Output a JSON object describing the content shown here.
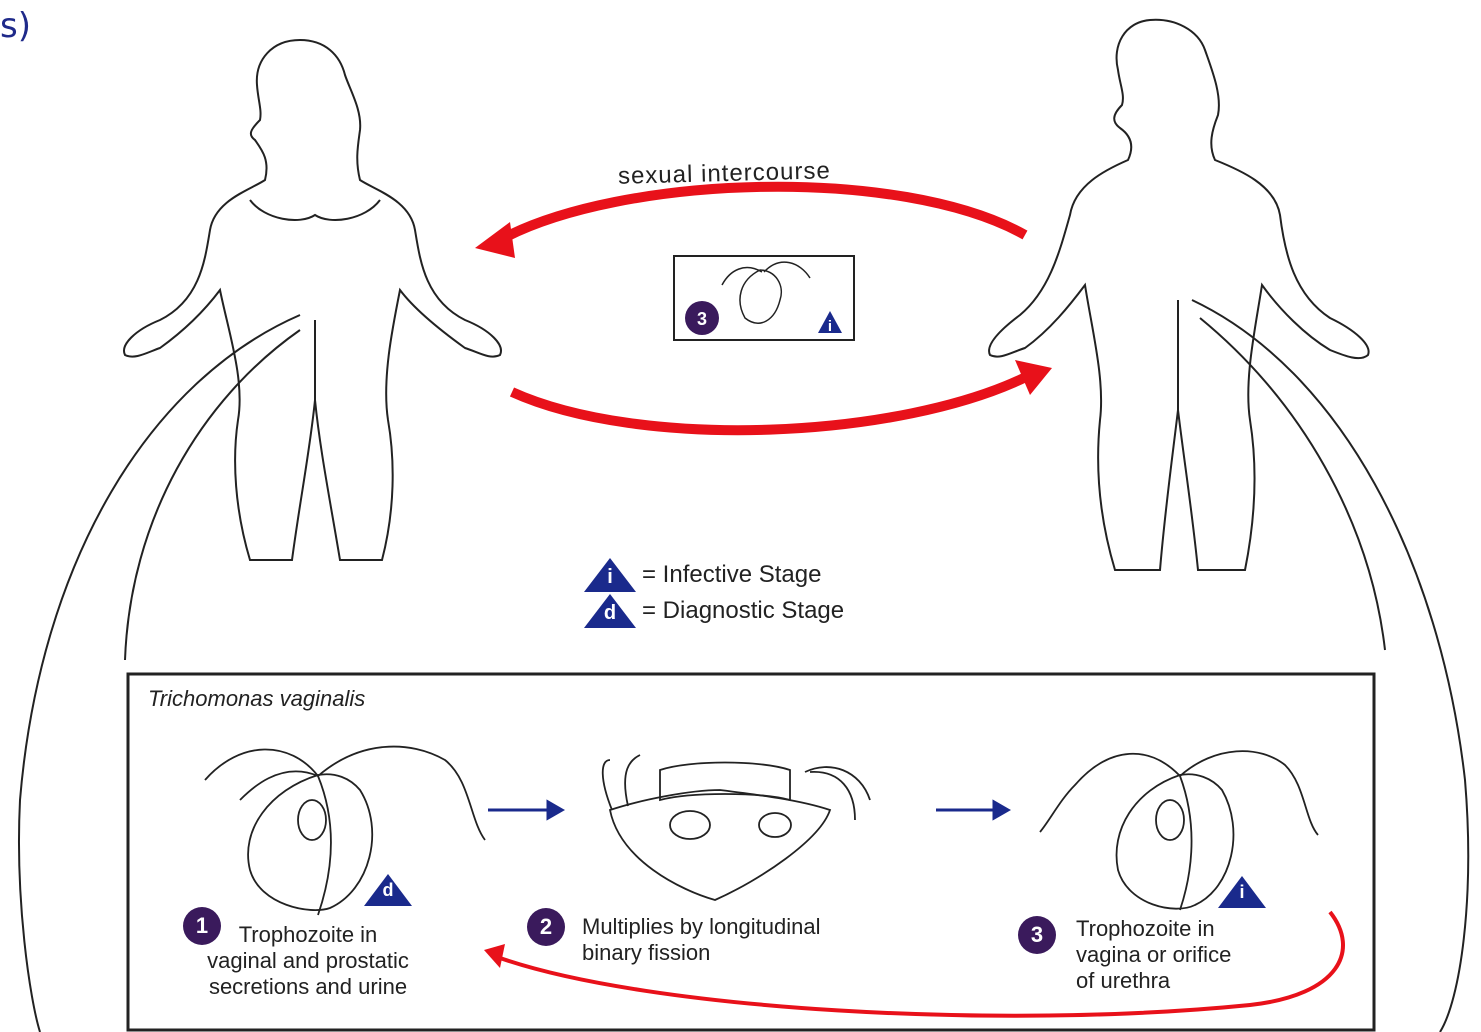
{
  "corner_text": "s)",
  "top_label": "sexual intercourse",
  "center_badge_number": "3",
  "center_badge_letter": "i",
  "legend": [
    {
      "letter": "i",
      "text": "= Infective Stage"
    },
    {
      "letter": "d",
      "text": "= Diagnostic Stage"
    }
  ],
  "box_title": "Trichomonas vaginalis",
  "stages": [
    {
      "number": "1",
      "text": "Trophozoite in\nvaginal and prostatic\nsecretions and urine",
      "badge": "d"
    },
    {
      "number": "2",
      "text": "Multiplies by longitudinal\nbinary fission"
    },
    {
      "number": "3",
      "text": "Trophozoite in\nvagina or orifice\nof urethra",
      "badge": "i"
    }
  ],
  "colors": {
    "arrow_red": "#e8111a",
    "badge_blue": "#1a2a8c",
    "badge_purple": "#3a1a5c",
    "flow_blue": "#1a2a8c"
  }
}
